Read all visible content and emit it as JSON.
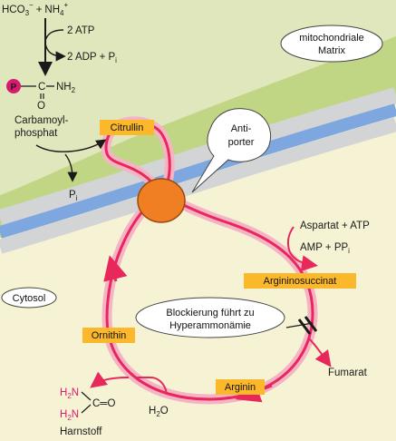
{
  "reactants": {
    "bicarbonate": "HCO",
    "bicarbonate_sub": "3",
    "bicarbonate_charge": "−",
    "plus": "+",
    "ammonium": "NH",
    "ammonium_sub": "4",
    "ammonium_charge": "+",
    "atp_in": "2 ATP",
    "adp_out": "2 ADP + P",
    "adp_out_sub": "i"
  },
  "carbamoyl": {
    "phosphate_symbol": "P",
    "structure_c": "C",
    "structure_nh2": "NH",
    "structure_nh2_sub": "2",
    "structure_o": "O",
    "name_line1": "Carbamoyl-",
    "name_line2": "phosphat",
    "released": "P",
    "released_sub": "i"
  },
  "compartments": {
    "matrix_line1": "mitochondriale",
    "matrix_line2": "Matrix",
    "cytosol": "Cytosol"
  },
  "antiporter": {
    "line1": "Anti-",
    "line2": "porter"
  },
  "intermediates": {
    "citrullin": "Citrullin",
    "argininosuccinat": "Argininosuccinat",
    "arginin": "Arginin",
    "ornithin": "Ornithin"
  },
  "side_reactions": {
    "aspartat_atp": "Aspartat + ATP",
    "amp_ppi": "AMP + PP",
    "amp_ppi_sub": "i",
    "fumarat": "Fumarat",
    "water": "H",
    "water_sub": "2",
    "water_o": "O"
  },
  "blockade": {
    "line1": "Blockierung führt zu",
    "line2": "Hyperammonämie"
  },
  "urea": {
    "h2n_top": "H",
    "h2n_top_sub": "2",
    "h2n_top_n": "N",
    "h2n_bottom": "H",
    "h2n_bottom_sub": "2",
    "h2n_bottom_n": "N",
    "c_eq_o": "C═O",
    "name": "Harnstoff"
  },
  "colors": {
    "cycle": "#e8275b",
    "cycle_glow": "#f5b4c6",
    "matrix": "#e1e7bc",
    "matrix_band": "#b7d077",
    "membrane_gray": "#d2d4d6",
    "membrane_blue": "#7da7de",
    "cytosol": "#f6f3d4",
    "label_box": "#fbb82b",
    "antiporter": "#ef7f22",
    "phosphate": "#d81b70"
  }
}
